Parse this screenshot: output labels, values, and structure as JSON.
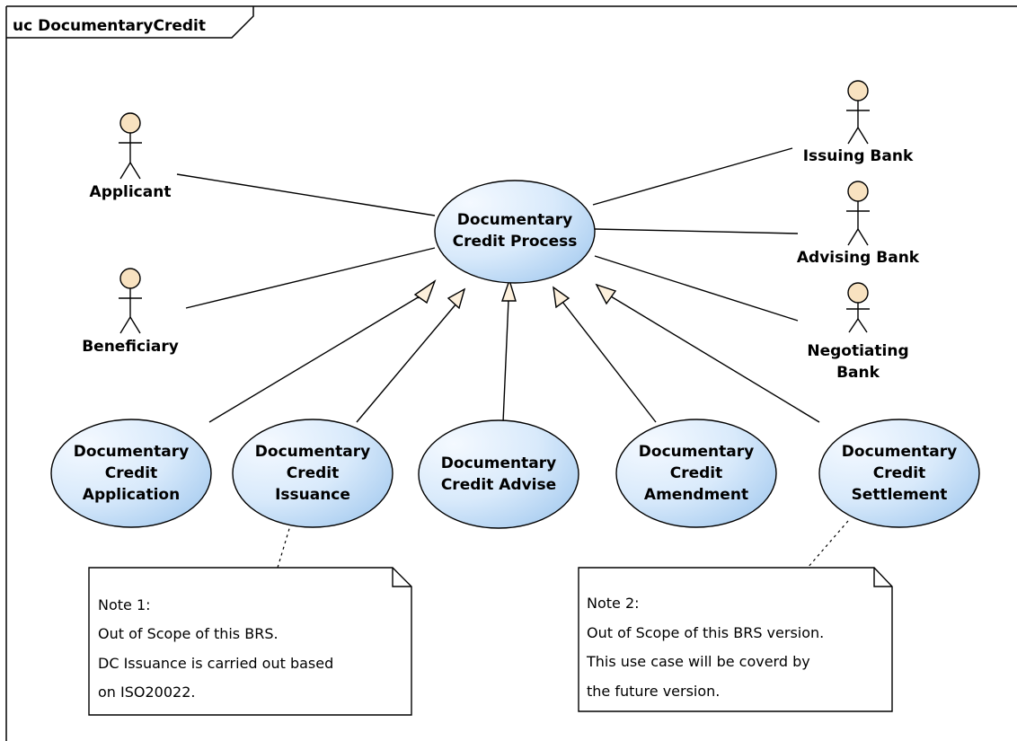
{
  "frame": {
    "title": "uc DocumentaryCredit"
  },
  "actors": {
    "applicant": "Applicant",
    "beneficiary": "Beneficiary",
    "issuing_bank": "Issuing Bank",
    "advising_bank": "Advising Bank",
    "negotiating_bank": [
      "Negotiating",
      "Bank"
    ]
  },
  "use_cases": {
    "main": [
      "Documentary",
      "Credit Process"
    ],
    "application": [
      "Documentary",
      "Credit",
      "Application"
    ],
    "issuance": [
      "Documentary",
      "Credit",
      "Issuance"
    ],
    "advise": [
      "Documentary",
      "Credit Advise"
    ],
    "amendment": [
      "Documentary",
      "Credit",
      "Amendment"
    ],
    "settlement": [
      "Documentary",
      "Credit",
      "Settlement"
    ]
  },
  "notes": {
    "note1": [
      "Note 1:",
      "Out of Scope of this BRS.",
      "DC Issuance is carried out based",
      "on ISO20022."
    ],
    "note2": [
      "Note 2:",
      "Out of Scope of this BRS version.",
      "This use case will be coverd by",
      "the future version."
    ]
  },
  "colors": {
    "actor_fill": "#f8e2c0",
    "usecase_fill_light": "#f2f8fe",
    "usecase_fill_dark": "#b4d4f2",
    "arrowhead_fill": "#fdf0dc",
    "line": "#000000"
  }
}
